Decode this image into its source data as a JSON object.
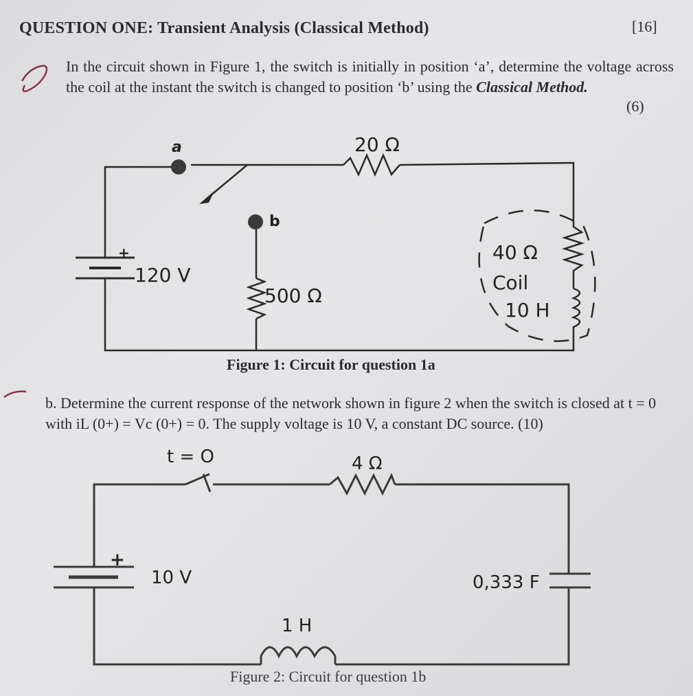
{
  "header": {
    "title": "QUESTION ONE: Transient Analysis (Classical Method)",
    "marks": "[16]"
  },
  "question_a": {
    "text": "In the circuit shown in Figure 1, the switch is initially in position ‘a’, determine the voltage across the coil at the instant the switch is changed to position ‘b’ using the",
    "method": "Classical Method.",
    "marks": "(6)"
  },
  "figure1": {
    "caption": "Figure 1: Circuit for question 1a",
    "node_a": "a",
    "node_b": "b",
    "r_top": "20 Ω",
    "source": "120 V",
    "r_mid": "500 Ω",
    "coil_r": "40 Ω",
    "coil_label": "Coil",
    "coil_l": "10 H",
    "plus": "+"
  },
  "question_b": {
    "prefix": "b.",
    "text": "Determine the current response of the network shown in figure 2 when the switch is closed at t = 0 with iL (0+) = Vc (0+) = 0. The supply voltage is 10 V, a constant DC source.",
    "marks": "(10)"
  },
  "figure2": {
    "caption": "Figure 2: Circuit for question 1b",
    "switch": "t = O",
    "resistor": "4 Ω",
    "source": "10 V",
    "capacitor": "0,333 F",
    "inductor": "1 H",
    "plus": "+"
  }
}
